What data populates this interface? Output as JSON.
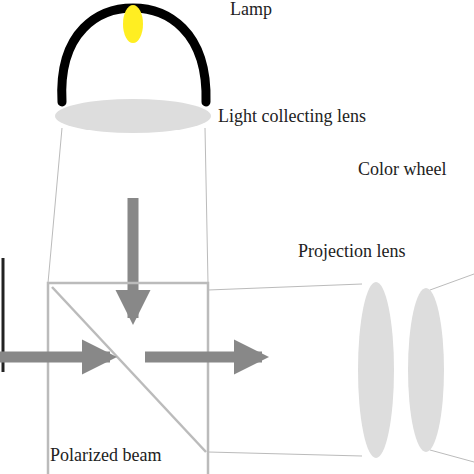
{
  "diagram": {
    "labels": [
      "Lamp",
      "Light collecting lens",
      "Color wheel",
      "Projection lens",
      "Polarized beam"
    ]
  }
}
